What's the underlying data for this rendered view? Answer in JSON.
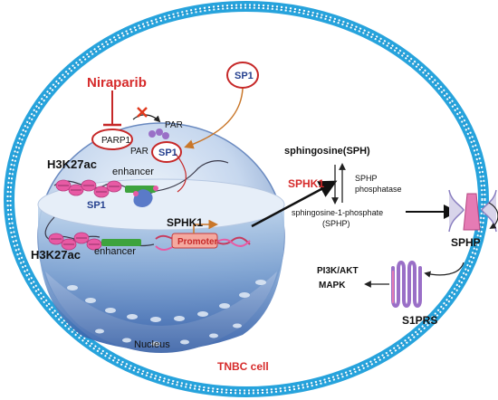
{
  "labels": {
    "niraparib": "Niraparib",
    "parp1": "PARP1",
    "par_top": "PAR",
    "par_left": "PAR",
    "sp1_top": "SP1",
    "sp1_circle": "SP1",
    "h3k27ac_top": "H3K27ac",
    "enhancer_top": "enhancer",
    "sp1_enhancer": "SP1",
    "h3k27ac_bottom": "H3K27ac",
    "enhancer_bottom": "enhancer",
    "sphk1_gene": "SPHK1",
    "promoter": "Promoter",
    "nucleus": "Nucleus",
    "sph": "sphingosine(SPH)",
    "sphk1_enzyme": "SPHK1",
    "sphp_phosphatase_1": "SPHP",
    "sphp_phosphatase_2": "phosphatase",
    "s1p_1": "sphingosine-1-phosphate",
    "s1p_2": "(SPHP)",
    "sphp_out": "SPHP",
    "pi3k": "PI3K/AKT",
    "mapk": "MAPK",
    "s1prs": "S1PRS",
    "tnbc": "TNBC cell"
  },
  "colors": {
    "membrane": "#27a3dc",
    "accent_red": "#d62b2b",
    "sp1_blue": "#26418f",
    "histone_pink": "#e85aa4",
    "enhancer_green": "#3ea33e",
    "receptor_pink": "#e57bb4",
    "receptor_purple": "#9a6fc7"
  }
}
